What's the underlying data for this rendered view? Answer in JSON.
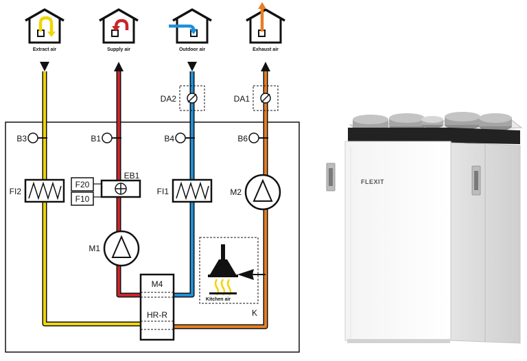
{
  "houses": [
    {
      "label": "Extract air"
    },
    {
      "label": "Supply air"
    },
    {
      "label": "Outdoor air"
    },
    {
      "label": "Exhaust air"
    }
  ],
  "dampers": [
    "DA2",
    "DA1"
  ],
  "sensors": [
    "B3",
    "B1",
    "B4",
    "B6"
  ],
  "components": {
    "filter_extract": "FI2",
    "filter_outdoor": "FI1",
    "heater": "EB1",
    "heater_box_top": "F20",
    "heater_box_bottom": "F10",
    "fan_supply": "M1",
    "fan_exhaust": "M2",
    "rotor_motor": "M4",
    "heat_recovery": "HR-R",
    "kitchen_air": "Kitchen air",
    "kitchen_k": "K"
  },
  "brand": "FLEXIT",
  "colors": {
    "extract": "#f2d400",
    "supply": "#c8252b",
    "outdoor": "#1f8fd6",
    "exhaust": "#e87e22"
  }
}
